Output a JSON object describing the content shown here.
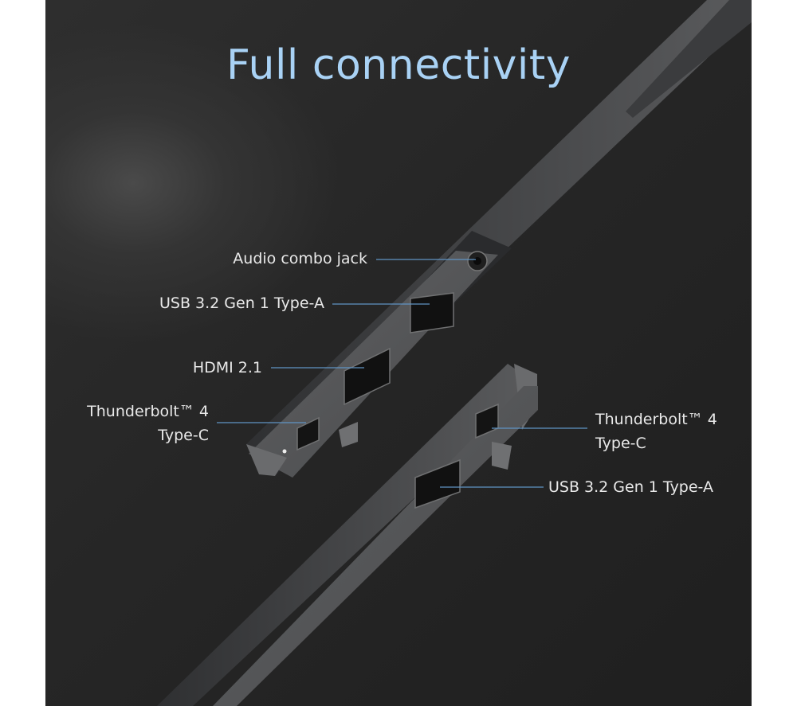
{
  "title": "Full connectivity",
  "labels": {
    "audio": "Audio combo jack",
    "usb_a_left": "USB 3.2 Gen 1 Type-A",
    "hdmi": "HDMI 2.1",
    "tb_left_line1": "Thunderbolt™ 4",
    "tb_left_line2": "Type-C",
    "tb_right_line1": "Thunderbolt™ 4",
    "tb_right_line2": "Type-C",
    "usb_a_right": "USB 3.2 Gen 1 Type-A"
  },
  "colors": {
    "title": "#a9d2f5",
    "leader_line": "#5f94c4",
    "label_text": "#e9e9e9",
    "laptop_body": "#4f5052",
    "port": "#1a1a1a"
  }
}
